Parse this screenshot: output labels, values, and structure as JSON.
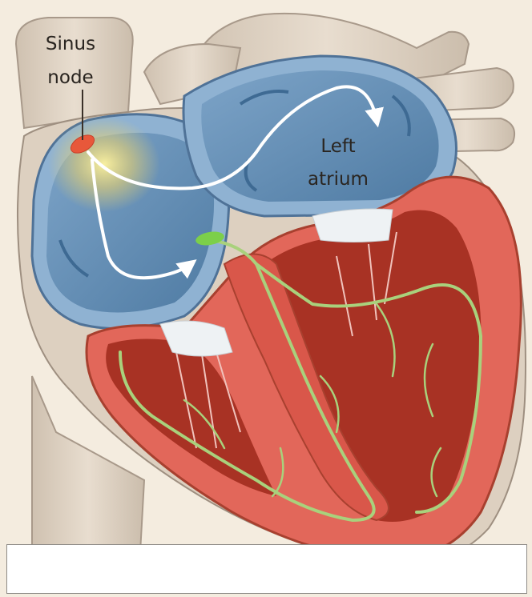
{
  "labels": {
    "sinus_node_line1": "Sinus",
    "sinus_node_line2": "node",
    "left_atrium_line1": "Left",
    "left_atrium_line2": "atrium"
  },
  "colors": {
    "background": "#f4ecdf",
    "vessel": "#ddd0c0",
    "vessel_outline": "#a8998a",
    "atrium_wall": "#8fb2d2",
    "atrium_fill": "#5a86ad",
    "ventricle_wall": "#e2675a",
    "ventricle_muscle": "#a83224",
    "conduction_path": "#a9d17c",
    "sinus_node": "#e8583a",
    "av_node": "#7ccf4a",
    "signal_arrow": "#ffffff"
  },
  "icons": [
    "signal-arrow-icon",
    "sinus-node-marker",
    "av-node-marker"
  ]
}
